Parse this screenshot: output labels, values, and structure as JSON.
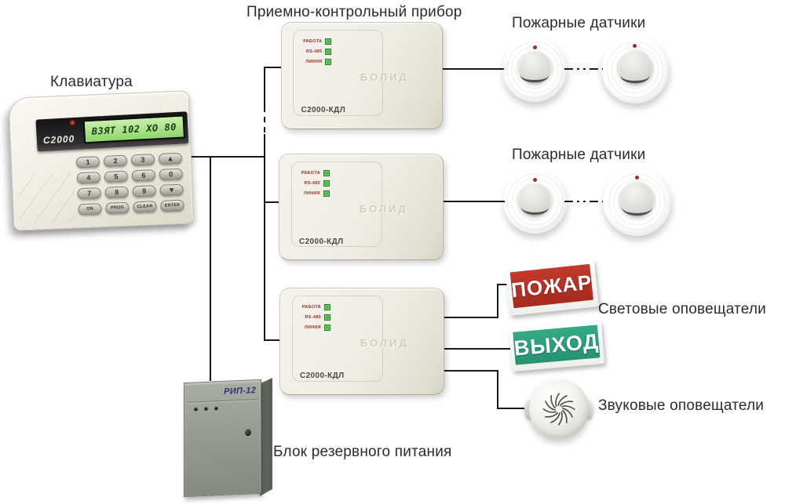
{
  "labels": {
    "keyboard": "Клавиатура",
    "control_panel": "Приемно-контрольный прибор",
    "fire_detectors_row1": "Пожарные датчики",
    "fire_detectors_row2": "Пожарные датчики",
    "light_annunciators": "Световые оповещатели",
    "sound_annunciators": "Звуковые оповещатели",
    "backup_power": "Блок резервного питания"
  },
  "keypad": {
    "brand": "C2000",
    "lcd_text": "ВЗЯТ 102 ХО 80",
    "keys": [
      [
        "1",
        "2",
        "3",
        "▲"
      ],
      [
        "4",
        "5",
        "6",
        "0"
      ],
      [
        "7",
        "8",
        "9",
        "▼"
      ],
      [
        "ON",
        "PROG",
        "CLEAR",
        "ENTER"
      ]
    ]
  },
  "kdl": {
    "model": "С2000-КДЛ",
    "led_labels": [
      "РАБОТА",
      "RS-485",
      "ЛИНИЯ"
    ],
    "watermark": "БОЛИД"
  },
  "signs": {
    "fire_text": "ПОЖАР",
    "exit_text": "ВЫХОД"
  },
  "power_unit": {
    "model": "РИП-12"
  },
  "colors": {
    "fire_sign_red": "#b2352a",
    "exit_sign_green": "#2da181",
    "led_green": "#46b446",
    "lcd_green": "#9ed87c",
    "wire_black": "#191919",
    "panel_ivory": "#f1efe6",
    "power_box_gray": "#9aa096"
  }
}
